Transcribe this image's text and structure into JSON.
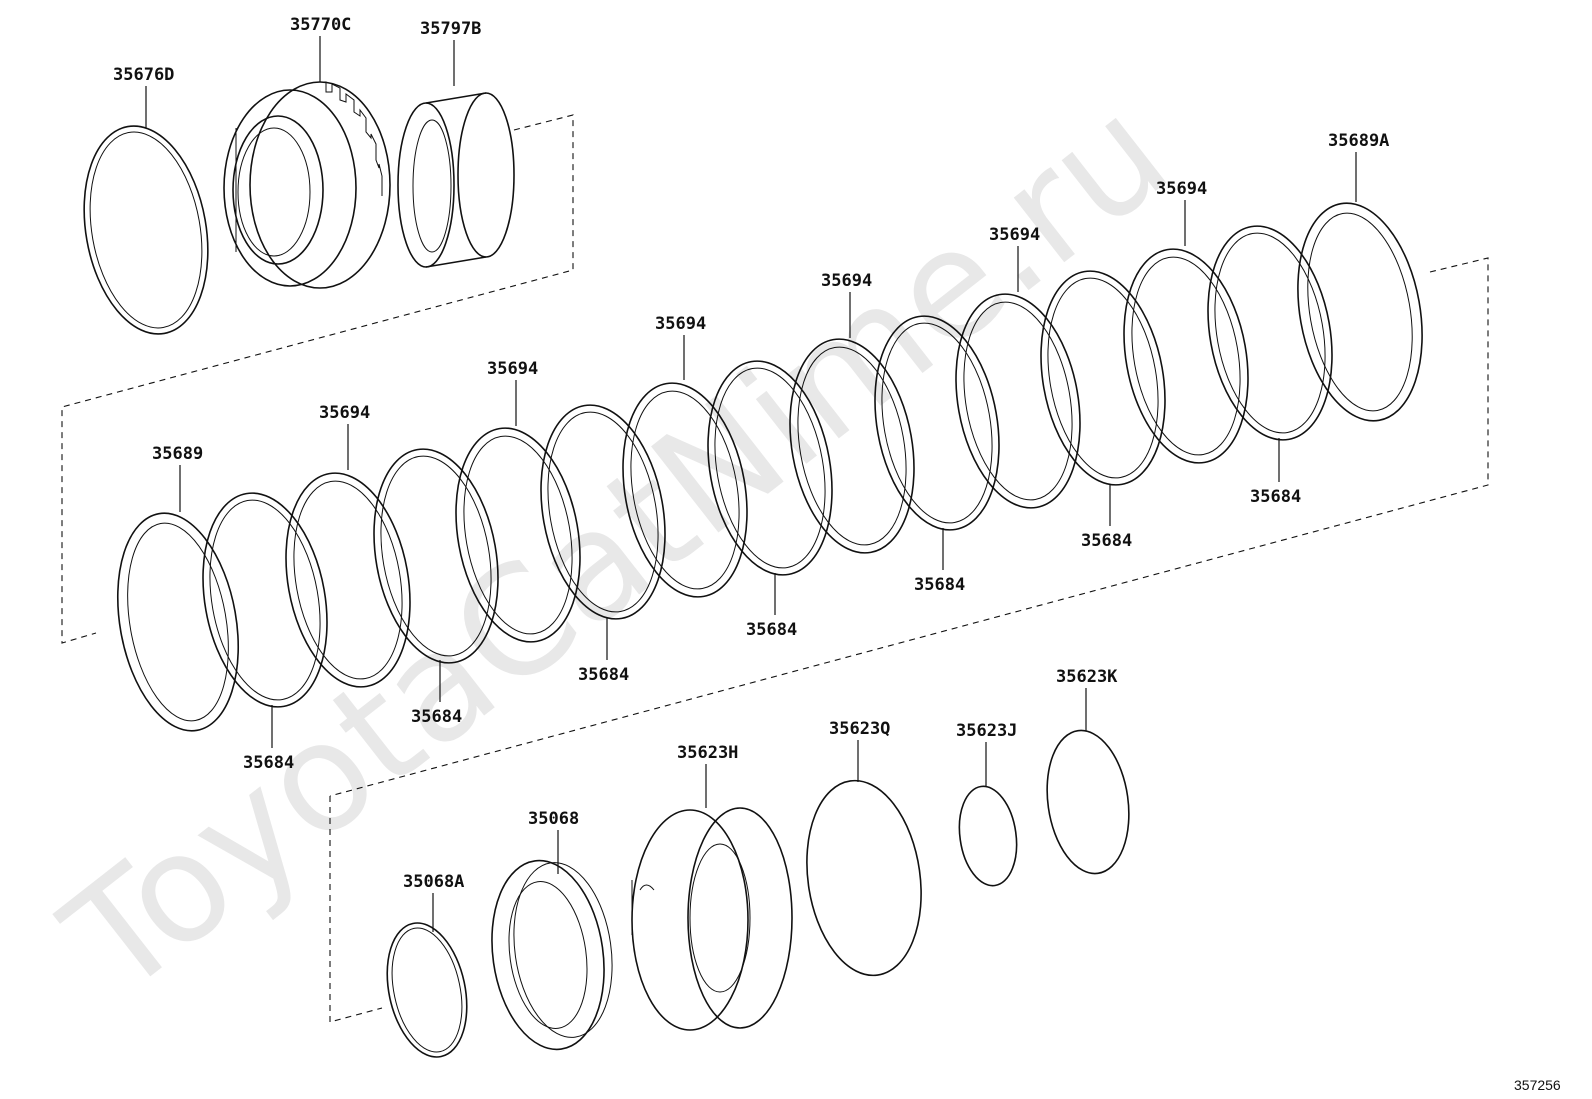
{
  "watermark": "ToyotaCatNime.ru",
  "reference_code": "357256",
  "callouts": {
    "snap_ring_top": "35676D",
    "clutch_hub": "35770C",
    "bearing": "35797B",
    "plate_first": "35689",
    "plate_last": "35689A",
    "disc": "35694",
    "plate": "35684",
    "snap_ring_bottom": "35068A",
    "return_spring": "35068",
    "piston": "35623H",
    "o_ring_q": "35623Q",
    "o_ring_j": "35623J",
    "o_ring_k": "35623K"
  }
}
